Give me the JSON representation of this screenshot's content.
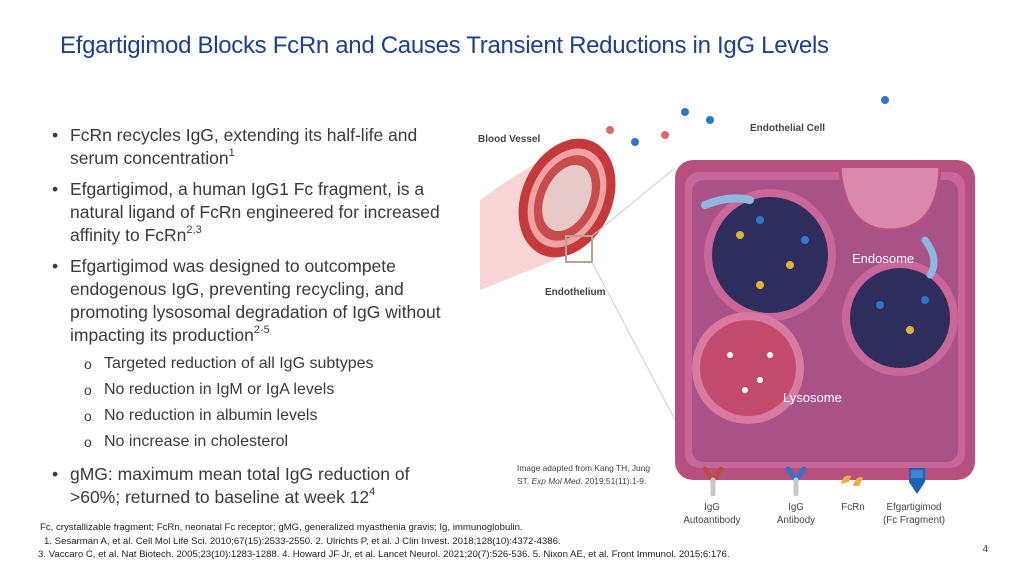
{
  "title": "Efgartigimod Blocks FcRn and Causes Transient Reductions in IgG Levels",
  "bullets": [
    {
      "text": "FcRn recycles IgG, extending its half-life and serum concentration",
      "sup": "1"
    },
    {
      "text": "Efgartigimod, a human IgG1 Fc fragment, is a natural ligand of FcRn engineered for increased affinity to FcRn",
      "sup": "2,3"
    },
    {
      "text": "Efgartigimod was designed to outcompete endogenous IgG, preventing recycling, and promoting lysosomal degradation of IgG without impacting its production",
      "sup": "2-5"
    },
    {
      "text": "gMG: maximum mean total IgG reduction of >60%; returned to baseline at week 12",
      "sup": "4"
    }
  ],
  "sub_bullets": [
    "Targeted reduction of all IgG subtypes",
    "No reduction in IgM or IgA levels",
    "No reduction in albumin levels",
    "No increase in cholesterol"
  ],
  "diagram": {
    "blood_vessel": "Blood Vessel",
    "endothelial_cell": "Endothelial Cell",
    "endothelium": "Endothelium",
    "endosome": "Endosome",
    "lysosome": "Lysosome",
    "caption_line1": "Image adapted from Kang TH, Jung",
    "caption_line2_pre": "ST. ",
    "caption_journal": "Exp Mol Med",
    "caption_line2_post": ". 2019;51(11):1-9."
  },
  "legend": {
    "igg_auto_line1": "IgG",
    "igg_auto_line2": "Autoantibody",
    "igg_ab_line1": "IgG",
    "igg_ab_line2": "Antibody",
    "fcrn": "FcRn",
    "efg_line1": "Efgartigimod",
    "efg_line2": "(Fc Fragment)"
  },
  "footnotes": {
    "abbrev": "Fc, crystallizable fragment; FcRn, neonatal Fc receptor; gMG, generalized myasthenia gravis; Ig, immunoglobulin.",
    "ref1": "1. Sesarman A, et al. Cell Mol Life Sci. 2010;67(15):2533-2550. 2. Ulrichts P, et al. J Clin Invest. 2018;128(10):4372-4386.",
    "ref2": "3. Vaccaro C, et al. Nat Biotech. 2005;23(10):1283-1288. 4. Howard JF Jr, et al. Lancet Neurol. 2021;20(7):526-536. 5. Nixon AE, et al. Front Immunol. 2015;6:176."
  },
  "page_number": "4",
  "colors": {
    "title": "#1f3f8f",
    "cell": "#b8507f",
    "cell_inner": "#9c4f86",
    "vesicle": "#2d2e5c",
    "vessel": "#c43a3a"
  }
}
